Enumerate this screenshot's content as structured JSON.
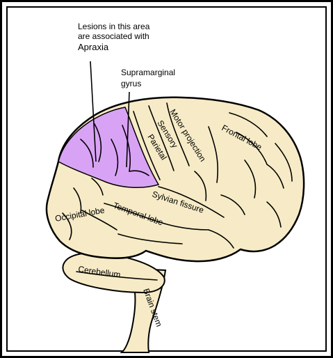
{
  "diagram": {
    "annotation_lines": [
      "Lesions in this area",
      "are associated with",
      "Apraxia"
    ],
    "supramarginal_lines": [
      "Supramarginal",
      "gyrus"
    ],
    "labels": {
      "motor_projection": "Motor projection",
      "sensory": "Sensory",
      "parietal": "Parietal",
      "frontal_lobe": "Frontal lobe",
      "sylvian_fissure": "Sylvian fissure",
      "temporal_lobe": "Temporal lobe",
      "occipital_lobe": "Occipital lobe",
      "cerebellum": "Cerebellum",
      "brain_stem": "Brain stem"
    },
    "colors": {
      "brain_fill": "#f6ebc6",
      "highlight_fill": "#d9a3f5",
      "outline": "#000000",
      "frame": "#000000"
    }
  }
}
